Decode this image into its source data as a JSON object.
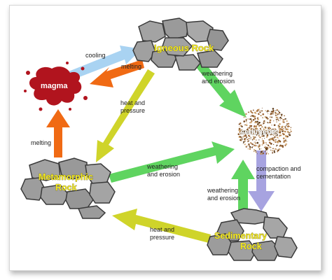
{
  "nodes": {
    "igneous": "Igneous Rock",
    "magma": "magma",
    "sediments": "sediments",
    "metamorphic_line1": "Metamorphic",
    "metamorphic_line2": "Rock",
    "sedimentary_line1": "Sedimentary",
    "sedimentary_line2": "Rock"
  },
  "processes": {
    "cooling": "cooling",
    "melting_top": "melting",
    "melting_left": "melting",
    "weathering_top_line1": "weathering",
    "weathering_top_line2": "and erosion",
    "heat_pressure_top_line1": "heat and",
    "heat_pressure_top_line2": "pressure",
    "weathering_mid_line1": "weathering",
    "weathering_mid_line2": "and erosion",
    "compaction_line1": "compaction and",
    "compaction_line2": "cementation",
    "weathering_bottom_line1": "weathering",
    "weathering_bottom_line2": "and erosion",
    "heat_pressure_bottom_line1": "heat and",
    "heat_pressure_bottom_line2": "pressure"
  },
  "colors": {
    "cooling_arrow": "#a9d3f2",
    "melting_arrow": "#f06a14",
    "heat_arrow": "#cfd42a",
    "weathering_arrow": "#5fd460",
    "compaction_arrow": "#a7a3e0",
    "magma": "#b1141e",
    "rock_fill": "#9e9e9e",
    "rock_stroke": "#3a3a3a",
    "label_yellow": "#f3e92a"
  }
}
